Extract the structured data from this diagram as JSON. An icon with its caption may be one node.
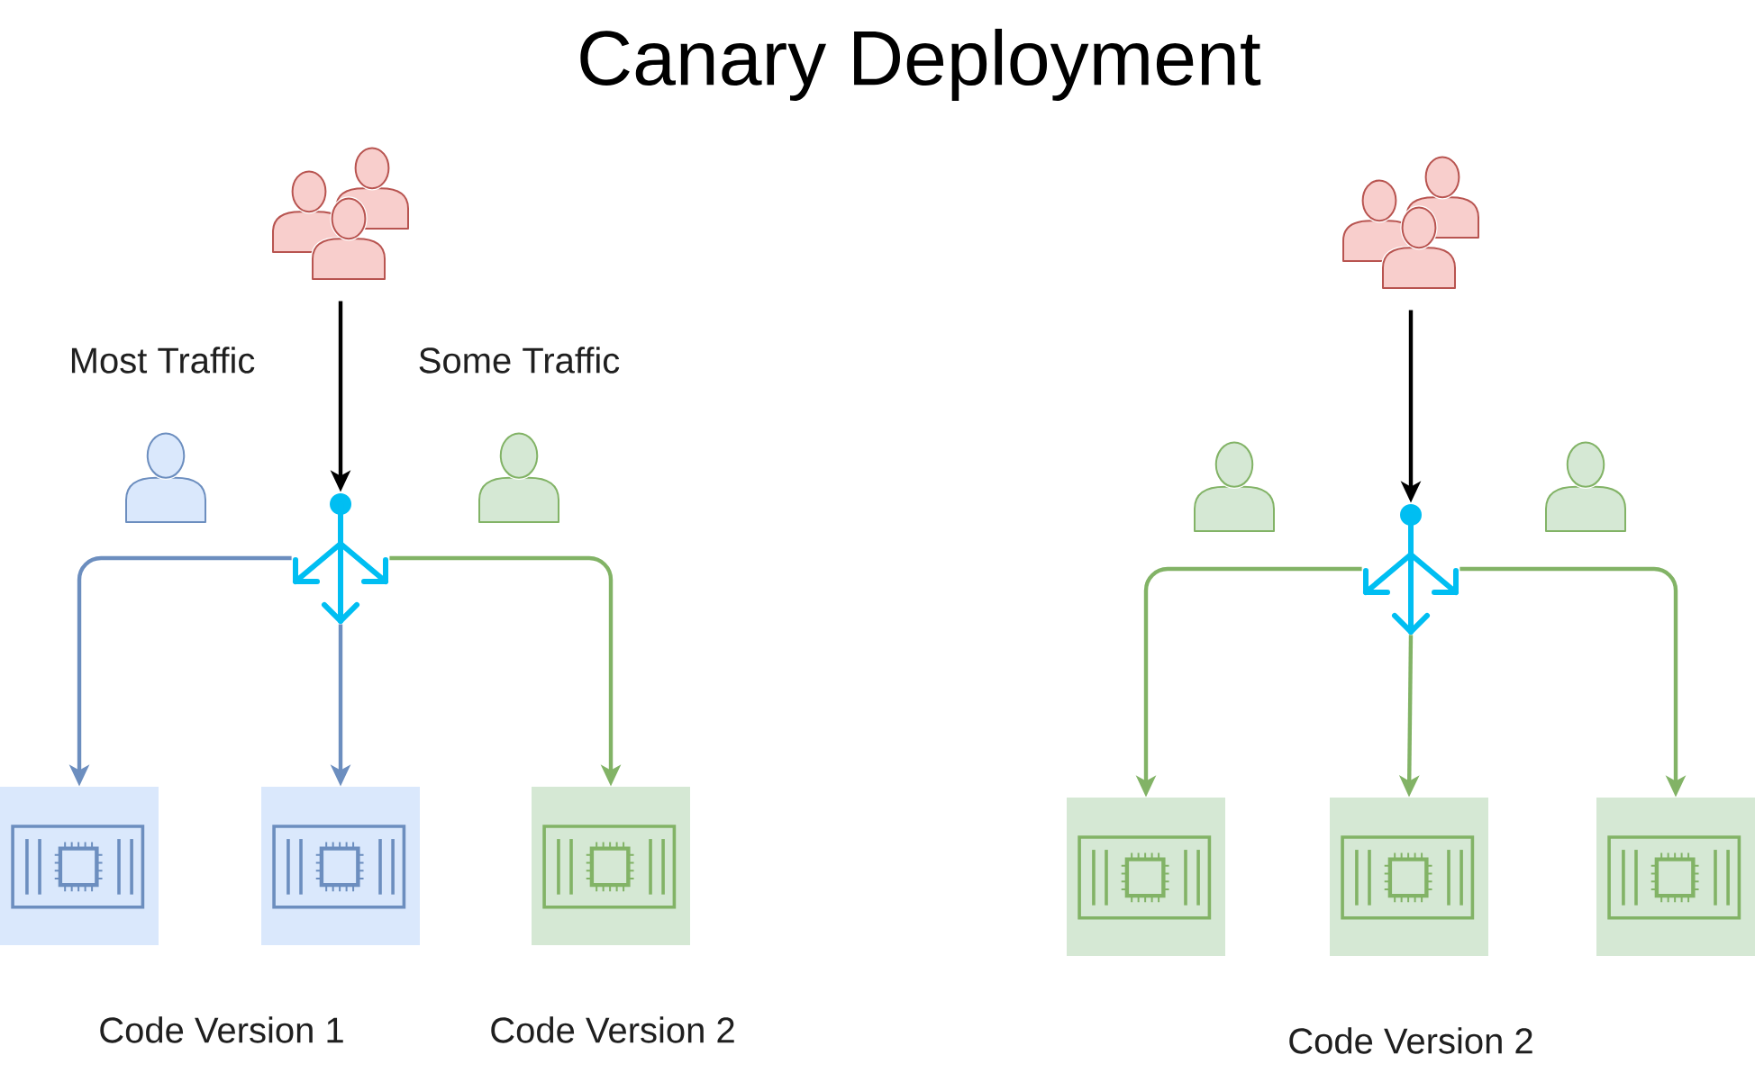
{
  "diagram": {
    "title": "Canary Deployment",
    "nodes": [
      {
        "text": [],
        "shape": "person"
      },
      {
        "text": [],
        "shape": "person"
      },
      {
        "text": [],
        "shape": "person"
      },
      {
        "text": [],
        "shape": "picture"
      },
      {
        "text": [],
        "shape": "box"
      },
      {
        "text": [],
        "shape": "box"
      },
      {
        "text": [],
        "shape": "box"
      },
      {
        "text": [],
        "shape": "person"
      },
      {
        "text": [],
        "shape": "person"
      },
      {
        "text": [],
        "shape": "person"
      },
      {
        "text": [],
        "shape": "picture"
      },
      {
        "text": [],
        "shape": "box"
      },
      {
        "text": [],
        "shape": "box"
      },
      {
        "text": [],
        "shape": "box"
      }
    ],
    "edges": [
      {
        "from": 0,
        "to": 3,
        "arrow": "to",
        "color": "#000000"
      },
      {
        "from": 3,
        "to": 4,
        "arrow": "to",
        "color": "#6c8ebf"
      },
      {
        "from": 3,
        "to": 5,
        "arrow": "to",
        "color": "#6c8ebf"
      },
      {
        "from": 3,
        "to": 6,
        "arrow": "to",
        "color": "#82b366"
      },
      {
        "from": 7,
        "to": 10,
        "arrow": "to",
        "color": "#000000"
      },
      {
        "from": 10,
        "to": 11,
        "arrow": "to",
        "color": "#82b366"
      },
      {
        "from": 10,
        "to": 12,
        "arrow": "to",
        "color": "#82b366"
      },
      {
        "from": 10,
        "to": 13,
        "arrow": "to",
        "color": "#82b366"
      }
    ],
    "labels": [
      "Most Traffic",
      "Some Traffic",
      "Code Version 1",
      "Code Version 2",
      "Code Version 2"
    ]
  }
}
